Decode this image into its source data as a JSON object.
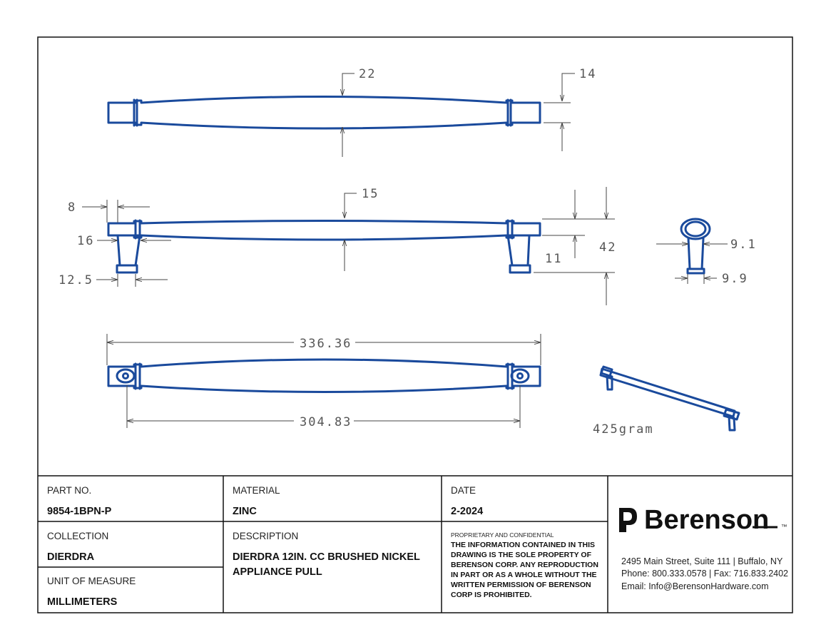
{
  "drawing": {
    "top_view": {
      "dim_center_width": "22",
      "dim_end_width": "14"
    },
    "side_view": {
      "dim_bar_thickness": "15",
      "dim_end_cap": "8",
      "dim_post_top": "16",
      "dim_post_base": "12.5",
      "dim_post_height": "11",
      "dim_projection": "42"
    },
    "end_view": {
      "dim_top": "9.1",
      "dim_bottom": "9.9"
    },
    "bottom_view": {
      "dim_overall_length": "336.36",
      "dim_center_to_center": "304.83"
    },
    "iso_view": {
      "weight": "425gram"
    }
  },
  "title_block": {
    "part_no": {
      "label": "PART NO.",
      "value": "9854-1BPN-P"
    },
    "material": {
      "label": "MATERIAL",
      "value": "ZINC"
    },
    "date": {
      "label": "DATE",
      "value": "2-2024"
    },
    "collection": {
      "label": "COLLECTION",
      "value": "DIERDRA"
    },
    "description": {
      "label": "DESCRIPTION",
      "line1": "DIERDRA 12IN. CC BRUSHED NICKEL",
      "line2": "APPLIANCE PULL"
    },
    "unit": {
      "label": "UNIT OF MEASURE",
      "value": "MILLIMETERS"
    },
    "legal": {
      "heading": "PROPRIETARY AND CONFIDENTIAL",
      "line1": "THE INFORMATION CONTAINED IN THIS",
      "line2": "DRAWING IS THE SOLE PROPERTY OF",
      "line3": "BERENSON CORP. ANY REPRODUCTION",
      "line4": "IN PART OR AS A WHOLE WITHOUT THE",
      "line5": "WRITTEN PERMISSION OF BERENSON",
      "line6": "CORP IS PROHIBITED."
    },
    "company": {
      "name": "Berenson",
      "tm": "™",
      "address": "2495 Main Street, Suite 111 | Buffalo, NY",
      "phone": "Phone: 800.333.0578 | Fax: 716.833.2402",
      "email": "Email: Info@BerensonHardware.com"
    }
  },
  "colors": {
    "part_stroke": "#1a4a9c",
    "dimension": "#555555",
    "border": "#111111"
  }
}
